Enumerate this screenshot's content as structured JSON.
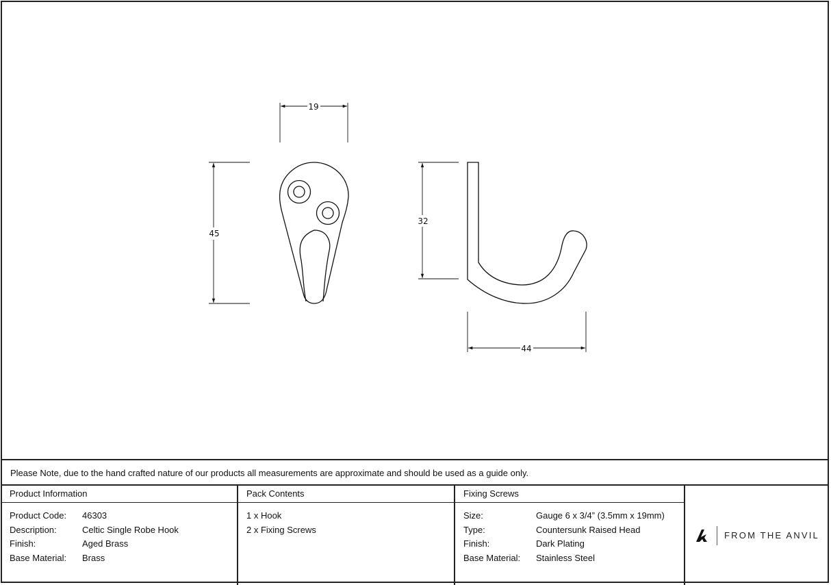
{
  "drawing": {
    "front_view": {
      "width_dim": "19",
      "height_dim": "45"
    },
    "side_view": {
      "height_dim": "32",
      "projection_dim": "44"
    }
  },
  "note": "Please Note, due to the hand crafted nature of our products all measurements are approximate and should be used as a guide only.",
  "product_information": {
    "heading": "Product Information",
    "rows": [
      {
        "label": "Product Code:",
        "value": "46303"
      },
      {
        "label": "Description:",
        "value": "Celtic Single Robe Hook"
      },
      {
        "label": "Finish:",
        "value": "Aged Brass"
      },
      {
        "label": "Base Material:",
        "value": "Brass"
      }
    ]
  },
  "pack_contents": {
    "heading": "Pack Contents",
    "items": [
      "1 x Hook",
      "2 x Fixing Screws"
    ]
  },
  "fixing_screws": {
    "heading": "Fixing Screws",
    "rows": [
      {
        "label": "Size:",
        "value": "Gauge 6 x 3/4” (3.5mm x 19mm)"
      },
      {
        "label": "Type:",
        "value": "Countersunk Raised Head"
      },
      {
        "label": "Finish:",
        "value": "Dark Plating"
      },
      {
        "label": "Base Material:",
        "value": "Stainless Steel"
      }
    ]
  },
  "brand": {
    "logo_icon": "anvil-a-logo",
    "name": "FROM THE ANVIL"
  }
}
